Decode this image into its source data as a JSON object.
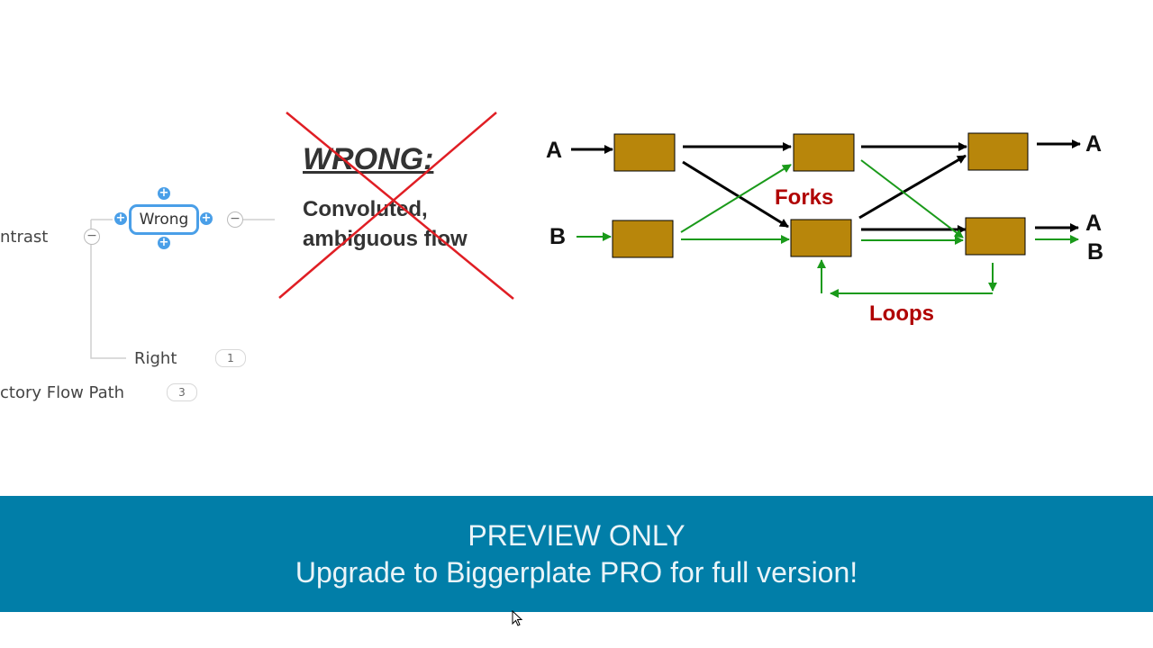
{
  "mindmap": {
    "contrast_label": "ntrast",
    "wrong_label": "Wrong",
    "right_label": "Right",
    "right_count": "1",
    "flow_label": "ctory Flow Path",
    "flow_count": "3",
    "collapse_symbol": "−",
    "plus_symbol": "+"
  },
  "wrong_slide": {
    "title": "WRONG:",
    "line1": "Convoluted,",
    "line2": "ambiguous flow"
  },
  "flow_diagram": {
    "input_a": "A",
    "input_b": "B",
    "output_a_top": "A",
    "output_a": "A",
    "output_b": "B",
    "forks_label": "Forks",
    "loops_label": "Loops",
    "box_color": "#b8860b",
    "black_arrow_color": "#000000",
    "green_arrow_color": "#1a9a1a",
    "label_color": "#b00000"
  },
  "banner": {
    "line1": "PREVIEW ONLY",
    "line2": "Upgrade to Biggerplate PRO for full version!",
    "color": "#017ea8"
  }
}
